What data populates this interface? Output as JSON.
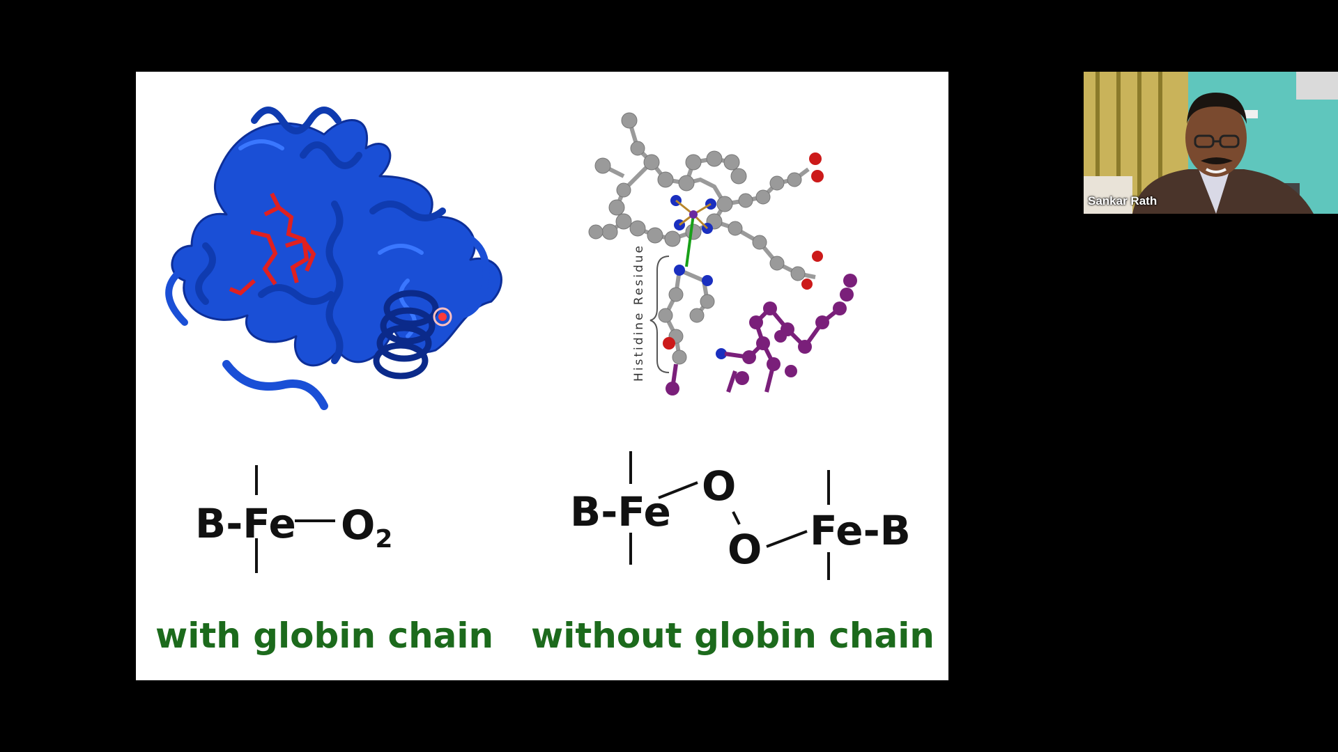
{
  "slide": {
    "left_formula": {
      "prefix": "B-Fe",
      "o2_main": "O",
      "o2_sub": "2"
    },
    "right_formula": {
      "left_prefix": "B-Fe",
      "o_top": "O",
      "o_bottom": "O",
      "right_suffix": "Fe-B"
    },
    "histidine_label": "Histidine Residue",
    "caption_left": "with globin chain",
    "caption_right": "without globin chain",
    "colors": {
      "caption_green": "#1c6a1c",
      "protein_blue": "#1a4fd6",
      "heme_red": "#e02020",
      "atom_gray": "#9a9a9a",
      "nitrogen_blue": "#1a2fbf",
      "oxygen_red": "#cc1a1a",
      "residue_purple": "#7a1f7a"
    },
    "icons": [
      "myoglobin-ribbon-image",
      "heme-ball-and-stick-image"
    ]
  },
  "video": {
    "participant_name": "Sankar Rath"
  }
}
